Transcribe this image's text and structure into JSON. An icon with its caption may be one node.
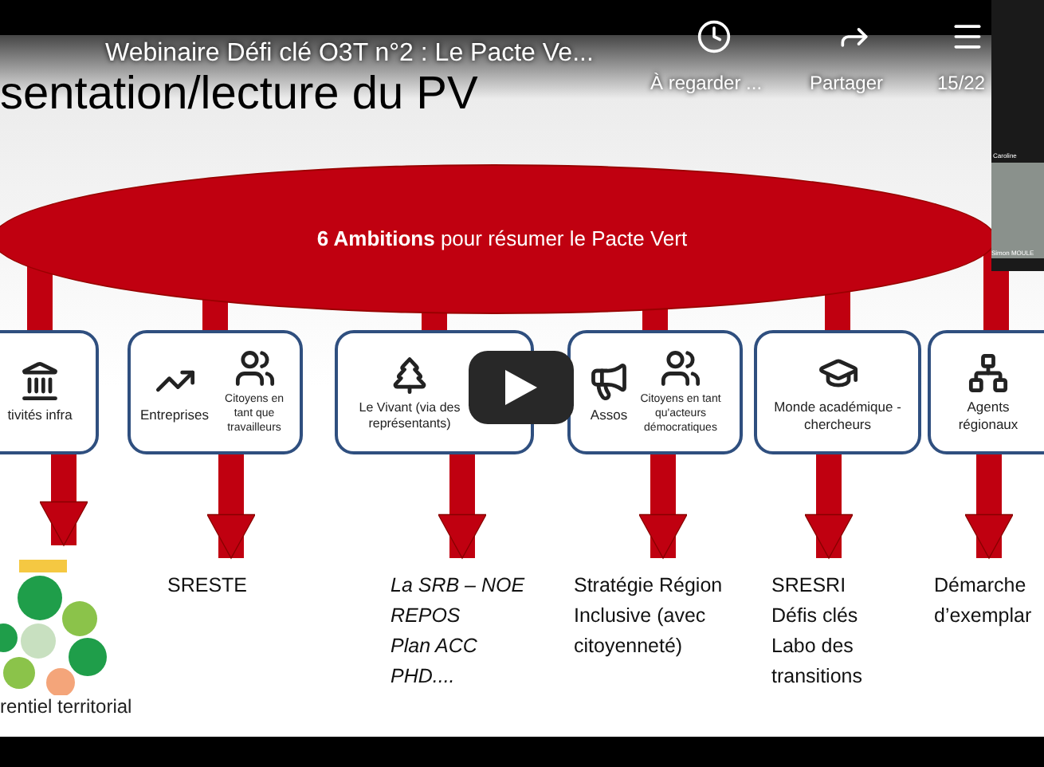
{
  "diagram": {
    "nodes": [
      {
        "text": [
          "**6 Ambitions** pour résumer le Pacte Vert"
        ]
      },
      {
        "text": [
          "tivités infra"
        ]
      },
      {
        "text": [
          "Entreprises",
          "Citoyens en tant que travailleurs"
        ]
      },
      {
        "text": [
          "Le Vivant (via des représentants)"
        ]
      },
      {
        "text": [
          "Assos",
          "Citoyens en tant qu'acteurs démocratiques"
        ]
      },
      {
        "text": [
          "Monde académique - chercheurs"
        ]
      },
      {
        "text": [
          "Agents régionaux"
        ]
      },
      {
        "text": [
          "rentiel territorial"
        ]
      },
      {
        "text": [
          "SRESTE"
        ]
      },
      {
        "text": [
          "La SRB – NOE",
          "REPOS",
          "Plan ACC",
          "PHD...."
        ]
      },
      {
        "text": [
          "Stratégie Région Inclusive (avec citoyenneté)"
        ]
      },
      {
        "text": [
          "SRESRI",
          "Défis clés",
          "Labo des transitions"
        ]
      },
      {
        "text": [
          "Démarche d’exemplar"
        ]
      }
    ],
    "edges": [
      {
        "from": 0,
        "to": 1,
        "arrow": "none"
      },
      {
        "from": 0,
        "to": 2,
        "arrow": "none"
      },
      {
        "from": 0,
        "to": 3,
        "arrow": "none"
      },
      {
        "from": 0,
        "to": 4,
        "arrow": "none"
      },
      {
        "from": 0,
        "to": 5,
        "arrow": "none"
      },
      {
        "from": 0,
        "to": 6,
        "arrow": "none"
      },
      {
        "from": 1,
        "to": 7,
        "arrow": "to"
      },
      {
        "from": 2,
        "to": 8,
        "arrow": "to"
      },
      {
        "from": 3,
        "to": 9,
        "arrow": "to"
      },
      {
        "from": 4,
        "to": 10,
        "arrow": "to"
      },
      {
        "from": 5,
        "to": 11,
        "arrow": "to"
      },
      {
        "from": 6,
        "to": 12,
        "arrow": "to"
      }
    ],
    "labels": [
      "Webinaire Défi clé O3T n°2 : Le Pacte Ve...",
      "À regarder ...",
      "Partager",
      "15/22",
      "sentation/lecture du PV",
      "Caroline",
      "Simon MOULE"
    ]
  }
}
